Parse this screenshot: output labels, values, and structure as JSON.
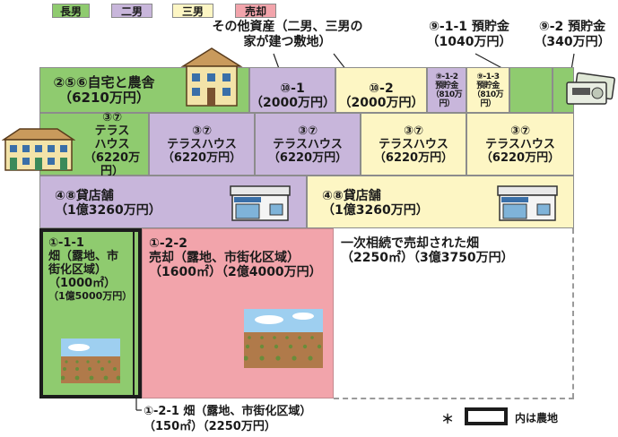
{
  "legend": {
    "eldest": "長男",
    "second": "二男",
    "third": "三男",
    "sold": "売却"
  },
  "colors": {
    "eldest": "#8fcb6f",
    "second": "#c8b6db",
    "third": "#fdf6c4",
    "sold": "#f2a4ab"
  },
  "notes": {
    "other_assets": [
      "その他資産（二男、三男の",
      "家が建つ敷地）"
    ],
    "deposit_1_1": [
      "⑨-1-1 預貯金",
      "（1040万円）"
    ],
    "deposit_2": [
      "⑨-2 預貯金",
      "（340万円）"
    ],
    "field_2_1": [
      "①-2-1 畑（露地、市街化区域）",
      "（150㎡）（2250万円）"
    ],
    "farmland_key": "内は農地",
    "asterisk": "＊"
  },
  "cells": {
    "home": [
      "②⑤⑥自宅と農舎",
      "（6210万円）"
    ],
    "lot_10_1": [
      "⑩-1",
      "（2000万円）"
    ],
    "lot_10_2": [
      "⑩-2",
      "（2000万円）"
    ],
    "dep_1_2": [
      "⑨-1-2",
      "預貯金",
      "（810万円）"
    ],
    "dep_1_3": [
      "⑨-1-3",
      "預貯金",
      "（810万円）"
    ],
    "terrace_first": [
      "③⑦",
      "テラス",
      "ハウス",
      "（6220万円）"
    ],
    "terrace_other": [
      "③⑦",
      "テラスハウス",
      "（6220万円）"
    ],
    "shop": [
      "④⑧貸店舗",
      "（1億3260万円）"
    ],
    "field_1_1": [
      "①-1-1",
      "畑（露地、市",
      "街化区域）",
      "（1000㎡）",
      "（1億5000万円）"
    ],
    "field_2_2": [
      "①-2-2",
      "売却（露地、市街化区域）",
      "（1600㎡）（2億4000万円）"
    ],
    "first_sale": [
      "一次相続で売却された畑",
      "（2250㎡）（3億3750万円）"
    ]
  }
}
